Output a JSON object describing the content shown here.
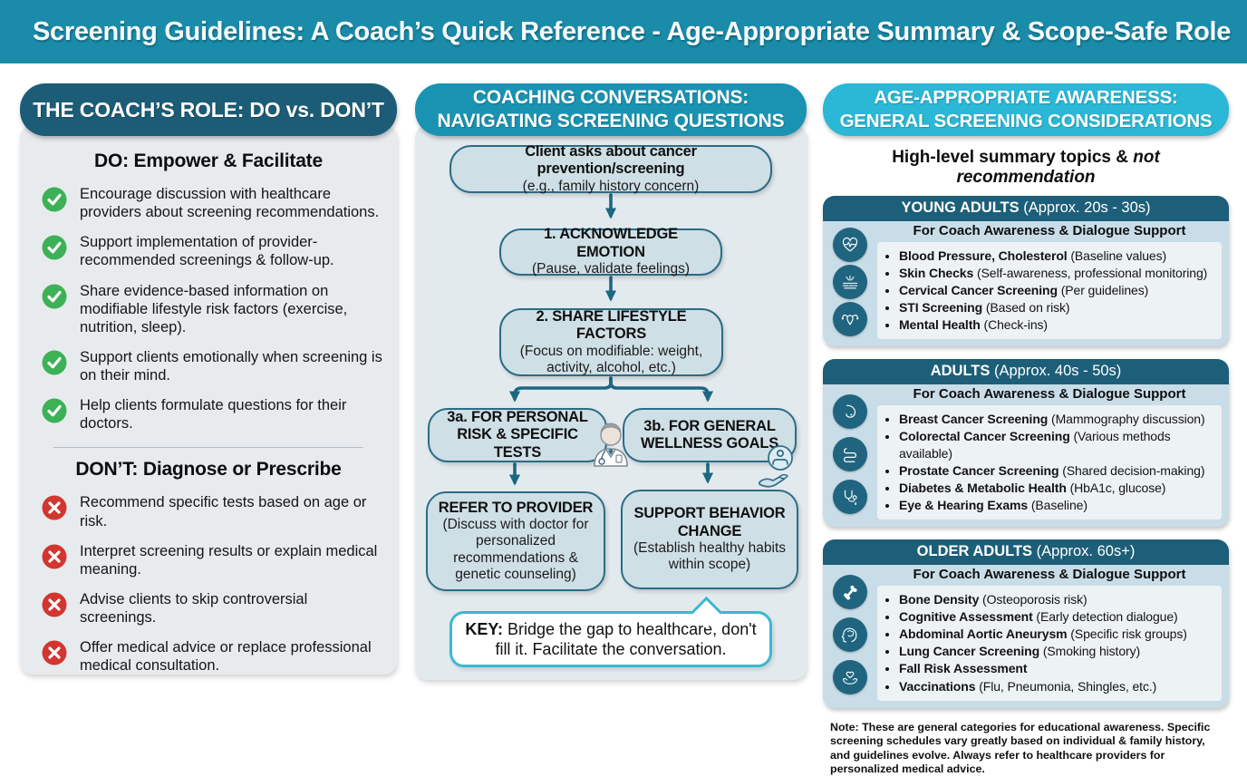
{
  "banner": {
    "title": "Screening Guidelines: A Coach’s Quick Reference - Age-Appropriate Summary & Scope-Safe Role"
  },
  "colors": {
    "banner_bg": "#1a8ca9",
    "left_header_bg": "#1d5c76",
    "middle_header_bg": "#1a93b2",
    "right_header_bg": "#2bb7d6",
    "panel_header_bg": "#1d5e78",
    "flow_box_fill": "#cfdfe6",
    "flow_border": "#2b6c86",
    "arrow": "#1c6880",
    "key_border": "#3cb8cf",
    "check_green": "#3db155",
    "cross_red": "#d2362e"
  },
  "left": {
    "header": "THE COACH’S ROLE: DO vs. DON’T",
    "do_heading": "DO: Empower & Facilitate",
    "do_items": [
      "Encourage discussion with healthcare providers about screening recommendations.",
      "Support implementation of provider-recommended screenings & follow-up.",
      "Share evidence-based information on modifiable lifestyle risk factors (exercise, nutrition, sleep).",
      "Support clients emotionally when screening is on their mind.",
      "Help clients formulate questions for their doctors."
    ],
    "dont_heading": "DON’T: Diagnose or Prescribe",
    "dont_items": [
      "Recommend specific tests based on age or risk.",
      "Interpret screening results or explain medical meaning.",
      "Advise clients to skip controversial screenings.",
      "Offer medical advice or replace professional medical consultation."
    ]
  },
  "middle": {
    "header_line1": "COACHING CONVERSATIONS:",
    "header_line2": "NAVIGATING SCREENING QUESTIONS",
    "flow": {
      "start_title": "Client asks about cancer prevention/screening",
      "start_sub": "(e.g., family history concern)",
      "step1_title": "1. ACKNOWLEDGE EMOTION",
      "step1_sub": "(Pause, validate feelings)",
      "step2_title": "2. SHARE LIFESTYLE FACTORS",
      "step2_sub": "(Focus on modifiable: weight, activity, alcohol, etc.)",
      "branch_a_title": "3a. FOR PERSONAL RISK & SPECIFIC TESTS",
      "branch_b_title": "3b. FOR GENERAL WELLNESS GOALS",
      "refer_title": "REFER TO PROVIDER",
      "refer_sub": "(Discuss with doctor for personalized recommendations & genetic counseling)",
      "support_title": "SUPPORT BEHAVIOR CHANGE",
      "support_sub": "(Establish healthy habits within scope)",
      "key_label": "KEY:",
      "key_text": " Bridge the gap to healthcare, don't fill it. Facilitate the conversation."
    }
  },
  "right": {
    "header_line1": "AGE-APPROPRIATE AWARENESS:",
    "header_line2": "GENERAL SCREENING CONSIDERATIONS",
    "subtitle_normal": "High-level summary topics & ",
    "subtitle_italic": "not recommendation",
    "panels": [
      {
        "title": "YOUNG ADULTS ",
        "age": "(Approx. 20s - 30s)",
        "subheader": "For Coach Awareness & Dialogue Support",
        "icons": [
          "heart-pulse-icon",
          "skin-check-icon",
          "uterus-icon"
        ],
        "items": [
          {
            "name": "Blood Pressure, Cholesterol",
            "detail": " (Baseline values)"
          },
          {
            "name": "Skin Checks",
            "detail": " (Self-awareness, professional monitoring)"
          },
          {
            "name": "Cervical Cancer Screening",
            "detail": " (Per guidelines)"
          },
          {
            "name": "STI Screening",
            "detail": " (Based on risk)"
          },
          {
            "name": "Mental Health",
            "detail": " (Check-ins)"
          }
        ]
      },
      {
        "title": "ADULTS ",
        "age": "(Approx. 40s - 50s)",
        "subheader": "For Coach Awareness & Dialogue Support",
        "icons": [
          "breast-icon",
          "colon-icon",
          "stethoscope-drop-icon"
        ],
        "items": [
          {
            "name": "Breast Cancer Screening",
            "detail": " (Mammography discussion)"
          },
          {
            "name": "Colorectal Cancer Screening",
            "detail": " (Various methods available)"
          },
          {
            "name": "Prostate Cancer Screening",
            "detail": " (Shared decision-making)"
          },
          {
            "name": "Diabetes & Metabolic Health",
            "detail": " (HbA1c, glucose)"
          },
          {
            "name": "Eye & Hearing Exams",
            "detail": " (Baseline)"
          }
        ]
      },
      {
        "title": "OLDER ADULTS ",
        "age": "(Approx. 60s+)",
        "subheader": "For Coach Awareness & Dialogue Support",
        "icons": [
          "bone-icon",
          "brain-head-icon",
          "hands-heart-icon"
        ],
        "items": [
          {
            "name": "Bone Density",
            "detail": " (Osteoporosis risk)"
          },
          {
            "name": "Cognitive Assessment",
            "detail": " (Early detection dialogue)"
          },
          {
            "name": "Abdominal Aortic Aneurysm",
            "detail": " (Specific risk groups)"
          },
          {
            "name": "Lung Cancer Screening",
            "detail": " (Smoking history)"
          },
          {
            "name": "Fall Risk Assessment",
            "detail": ""
          },
          {
            "name": "Vaccinations",
            "detail": " (Flu, Pneumonia, Shingles, etc.)"
          }
        ]
      }
    ],
    "note": "Note: These are general categories for educational awareness. Specific screening schedules vary greatly based on individual & family history, and guidelines evolve. Always refer to healthcare providers for personalized medical advice."
  }
}
